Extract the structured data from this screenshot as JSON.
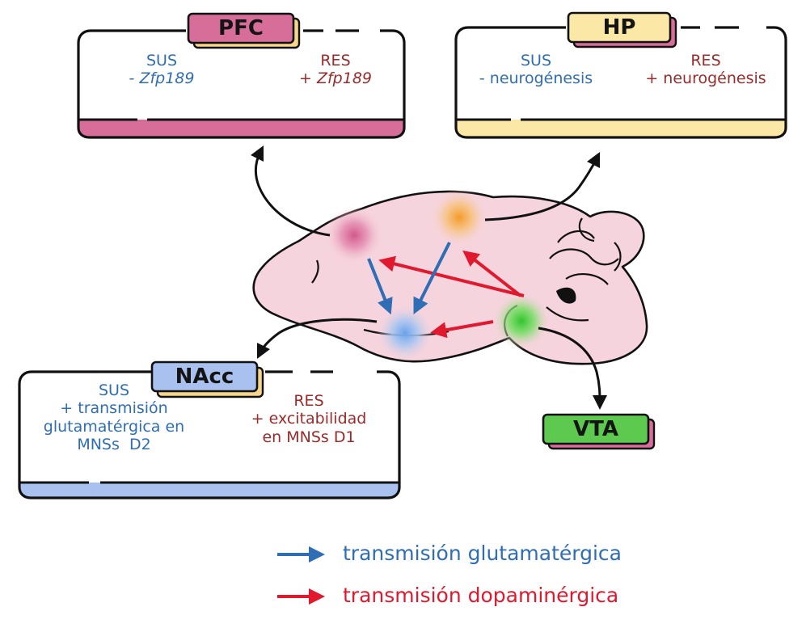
{
  "colors": {
    "pfc": "#d76e9a",
    "pfc_dark": "#c04f83",
    "hp": "#fbe8a6",
    "hp_dark": "#f3a24f",
    "nacc": "#a9c1ef",
    "nacc_dark": "#8db0ea",
    "vta": "#5dc94f",
    "brain": "#f6d4dd",
    "glutamate": "#2f6db5",
    "dopamine": "#e0192f",
    "outline": "#111111"
  },
  "regions": {
    "pfc": {
      "label": "PFC",
      "sus_title": "SUS",
      "sus_prefix": "- ",
      "sus_gene": "Zfp189",
      "res_title": "RES",
      "res_prefix": "+ ",
      "res_gene": "Zfp189"
    },
    "hp": {
      "label": "HP",
      "sus_title": "SUS",
      "sus_line": "- neurogénesis",
      "res_title": "RES",
      "res_line": "+ neurogénesis"
    },
    "nacc": {
      "label": "NAcc",
      "sus_title": "SUS",
      "sus_lines": [
        "+ transmisión",
        "glutamatérgica en",
        "MNSs  D2"
      ],
      "res_title": "RES",
      "res_lines": [
        "+ excitabilidad",
        "en MNSs D1"
      ]
    },
    "vta": {
      "label": "VTA"
    }
  },
  "legend": {
    "glutamate_label": "transmisión glutamatérgica",
    "dopamine_label": "transmisión dopaminérgica"
  }
}
